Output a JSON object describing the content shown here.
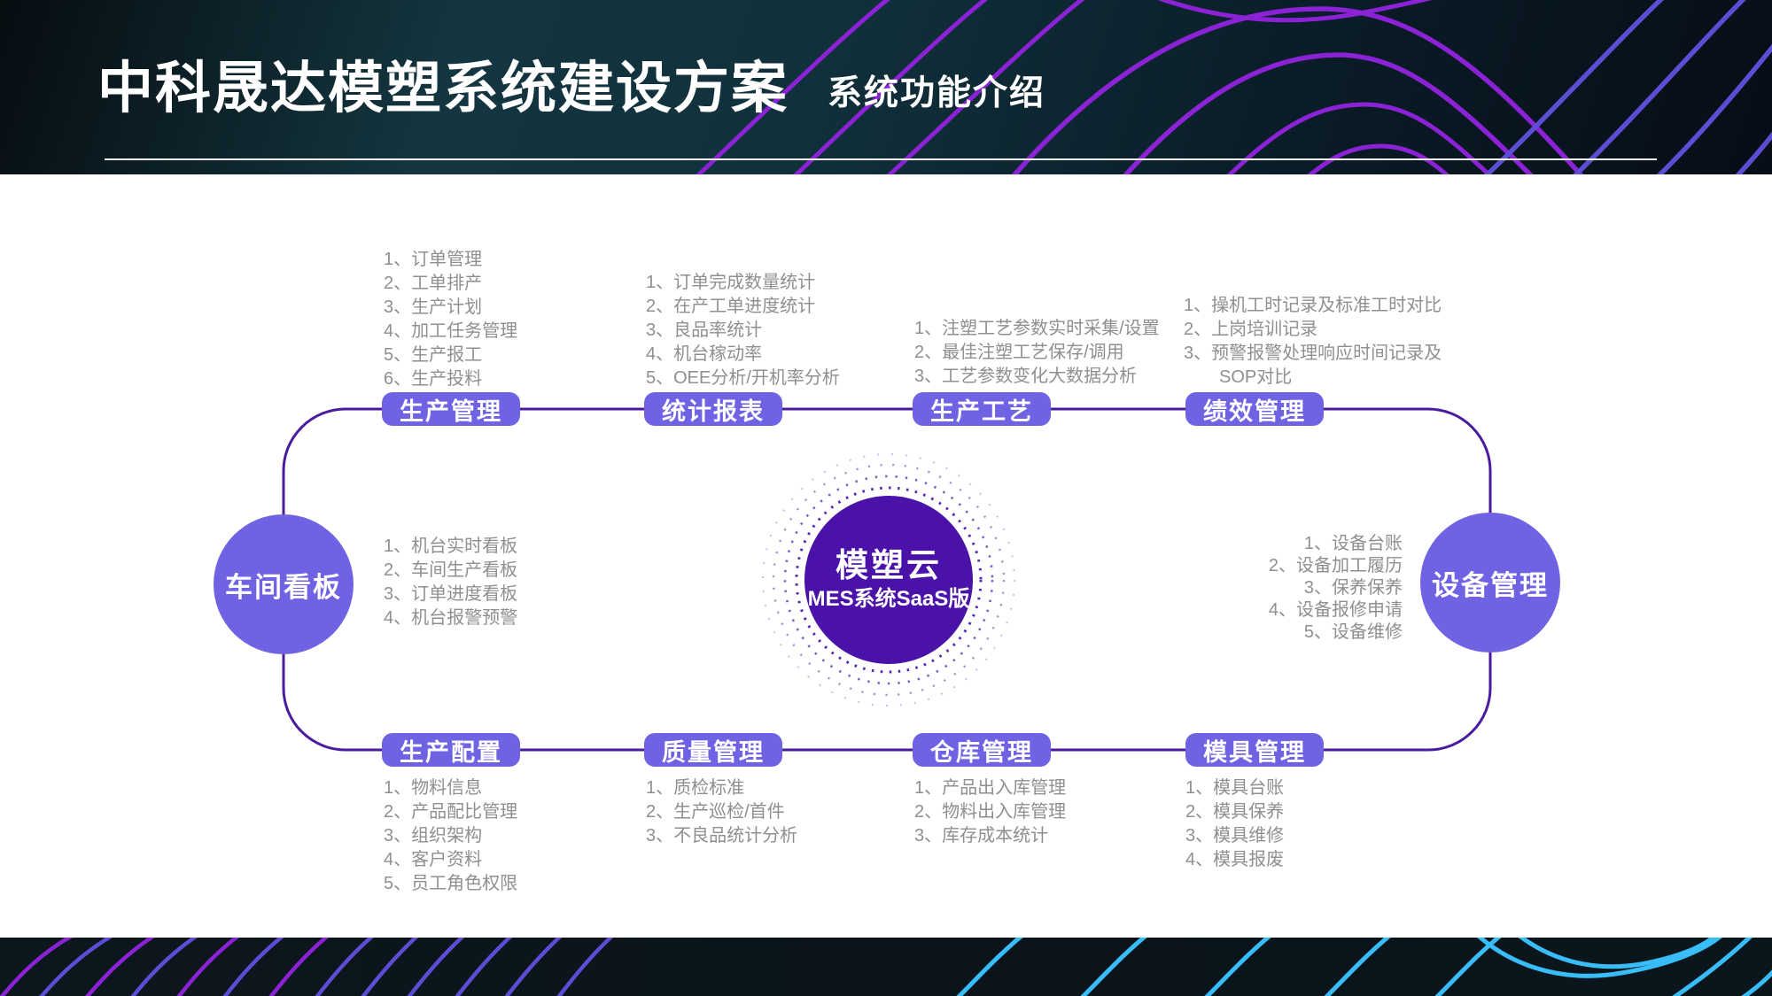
{
  "header": {
    "title": "中科晟达模塑系统建设方案",
    "subtitle": "系统功能介绍"
  },
  "hub": {
    "title": "模塑云",
    "subtitle": "MES系统SaaS版"
  },
  "left_node": {
    "label": "车间看板",
    "items": [
      "1、机台实时看板",
      "2、车间生产看板",
      "3、订单进度看板",
      "4、机台报警预警"
    ]
  },
  "right_node": {
    "label": "设备管理",
    "items": [
      "1、设备台账",
      "2、设备加工履历",
      "3、保养保养",
      "4、设备报修申请",
      "5、设备维修"
    ]
  },
  "top_modules": [
    {
      "label": "生产管理",
      "items": [
        "1、订单管理",
        "2、工单排产",
        "3、生产计划",
        "4、加工任务管理",
        "5、生产报工",
        "6、生产投料"
      ]
    },
    {
      "label": "统计报表",
      "items": [
        "1、订单完成数量统计",
        "2、在产工单进度统计",
        "3、良品率统计",
        "4、机台稼动率",
        "5、OEE分析/开机率分析"
      ]
    },
    {
      "label": "生产工艺",
      "items": [
        "1、注塑工艺参数实时采集/设置",
        "2、最佳注塑工艺保存/调用",
        "3、工艺参数变化大数据分析"
      ]
    },
    {
      "label": "绩效管理",
      "items": [
        "1、操机工时记录及标准工时对比",
        "2、上岗培训记录",
        "3、预警报警处理响应时间记录及",
        "SOP对比"
      ]
    }
  ],
  "bottom_modules": [
    {
      "label": "生产配置",
      "items": [
        "1、物料信息",
        "2、产品配比管理",
        "3、组织架构",
        "4、客户资料",
        "5、员工角色权限"
      ]
    },
    {
      "label": "质量管理",
      "items": [
        "1、质检标准",
        "2、生产巡检/首件",
        "3、不良品统计分析"
      ]
    },
    {
      "label": "仓库管理",
      "items": [
        "1、产品出入库管理",
        "2、物料出入库管理",
        "3、库存成本统计"
      ]
    },
    {
      "label": "模具管理",
      "items": [
        "1、模具台账",
        "2、模具保养",
        "3、模具维修",
        "4、模具报废"
      ]
    }
  ],
  "colors": {
    "pill": "#6f63e3",
    "node_circle": "#6f63e3",
    "hub_circle": "#4a12a8",
    "hub_ring": "#5326b4",
    "loop_line": "#4a1b9e",
    "list_text": "#8f8f8f",
    "wave_purple": "#8b22d6",
    "wave_indigo": "#5b4dd4",
    "wave_cyan": "#38bdf8",
    "underline": "#ffffff"
  }
}
